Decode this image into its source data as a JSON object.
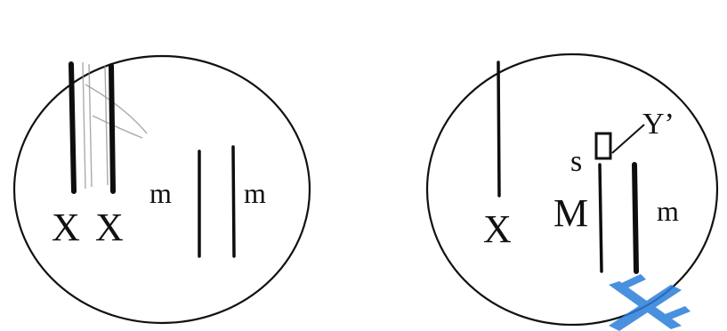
{
  "diagram": {
    "cells": [
      {
        "labels": {
          "x1": "X",
          "x2": "X",
          "m1": "m",
          "m2": "m"
        }
      },
      {
        "labels": {
          "x": "X",
          "s": "s",
          "y_prime": "Y’",
          "big_m": "M",
          "m": "m"
        }
      }
    ],
    "watermark": {
      "color": "#2a7ed9"
    }
  }
}
